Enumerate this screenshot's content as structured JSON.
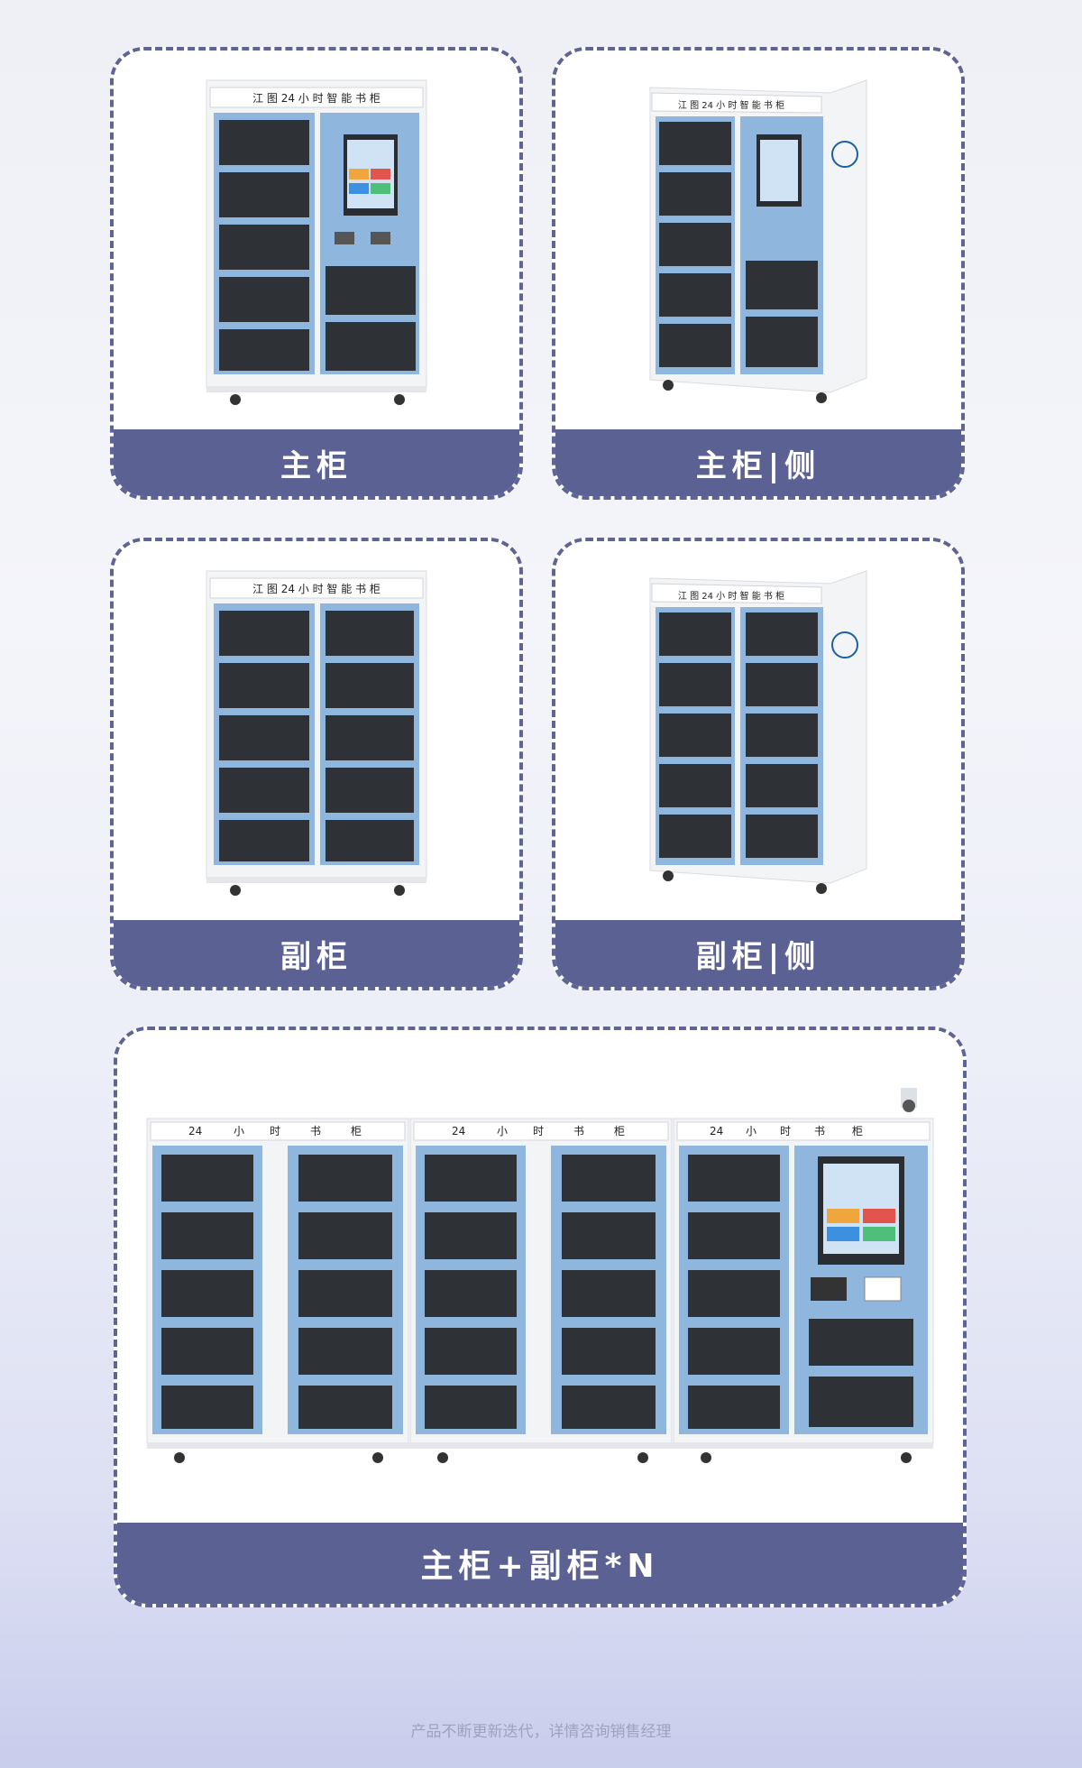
{
  "cards": [
    {
      "label": "主柜"
    },
    {
      "label": "主柜|侧"
    },
    {
      "label": "副柜"
    },
    {
      "label": "副柜|侧"
    },
    {
      "label": "主柜+副柜*N"
    }
  ],
  "cabinet_header_main": "江 图 24 小 时 智 能 书 柜",
  "cabinet_header_short": [
    "24",
    "小",
    "时",
    "书",
    "柜"
  ],
  "footer": "产品不断更新迭代，详情咨询销售经理",
  "colors": {
    "label_bar": "#5b6193",
    "dashed_border": "#5e6494",
    "cabinet_blue": "#8fb6dd",
    "cabinet_frame": "#f3f4f6",
    "drawer_dark": "#2e3236"
  }
}
